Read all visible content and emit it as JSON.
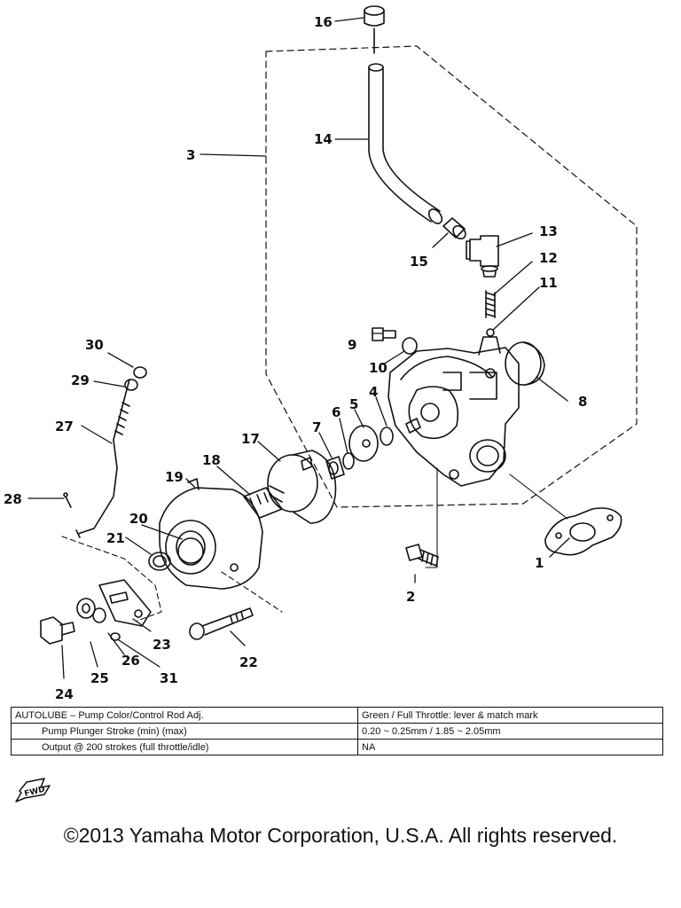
{
  "diagram": {
    "callouts": [
      "1",
      "2",
      "3",
      "4",
      "5",
      "6",
      "7",
      "8",
      "9",
      "10",
      "11",
      "12",
      "13",
      "14",
      "15",
      "16",
      "17",
      "18",
      "19",
      "20",
      "21",
      "22",
      "23",
      "24",
      "25",
      "26",
      "27",
      "28",
      "29",
      "30",
      "31"
    ]
  },
  "spec_table": {
    "rows": [
      {
        "label": "AUTOLUBE – Pump Color/Control Rod Adj.",
        "value": "Green / Full Throttle:  lever & match mark"
      },
      {
        "label": "Pump Plunger Stroke (min) (max)",
        "value": "0.20 ~ 0.25mm / 1.85 ~ 2.05mm"
      },
      {
        "label": "Output @ 200 strokes (full throttle/idle)",
        "value": "NA"
      }
    ]
  },
  "fwd_badge": {
    "text": "FWD",
    "icon": "forward-arrow-icon"
  },
  "footer": {
    "copyright": "©2013 Yamaha Motor Corporation, U.S.A. All rights reserved."
  }
}
